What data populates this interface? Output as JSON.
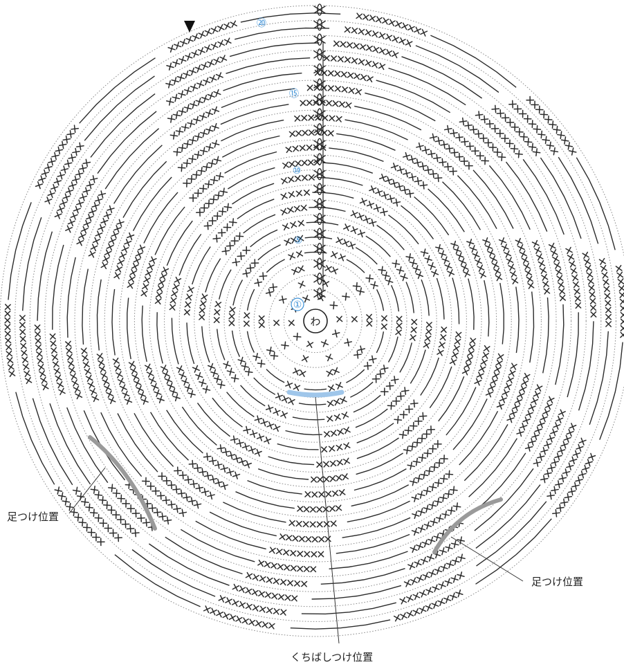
{
  "diagram": {
    "center_label": "わ",
    "row_markers": [
      {
        "label": "①",
        "row": 1
      },
      {
        "label": "⑤",
        "row": 5
      },
      {
        "label": "⑩",
        "row": 10
      },
      {
        "label": "⑮",
        "row": 15
      },
      {
        "label": "⑳",
        "row": 20
      }
    ],
    "total_rows": 20,
    "wedges": 10,
    "annotations": {
      "leg_left": "足つけ位置",
      "leg_right": "足つけ位置",
      "beak": "くちばしつけ位置"
    },
    "colors": {
      "stitch": "#2b2b2b",
      "row_label": "#3a8fd6",
      "beak_mark": "#9fc6ea",
      "leg_mark": "#9a9a9a",
      "guide": "#8c8c8c"
    }
  }
}
